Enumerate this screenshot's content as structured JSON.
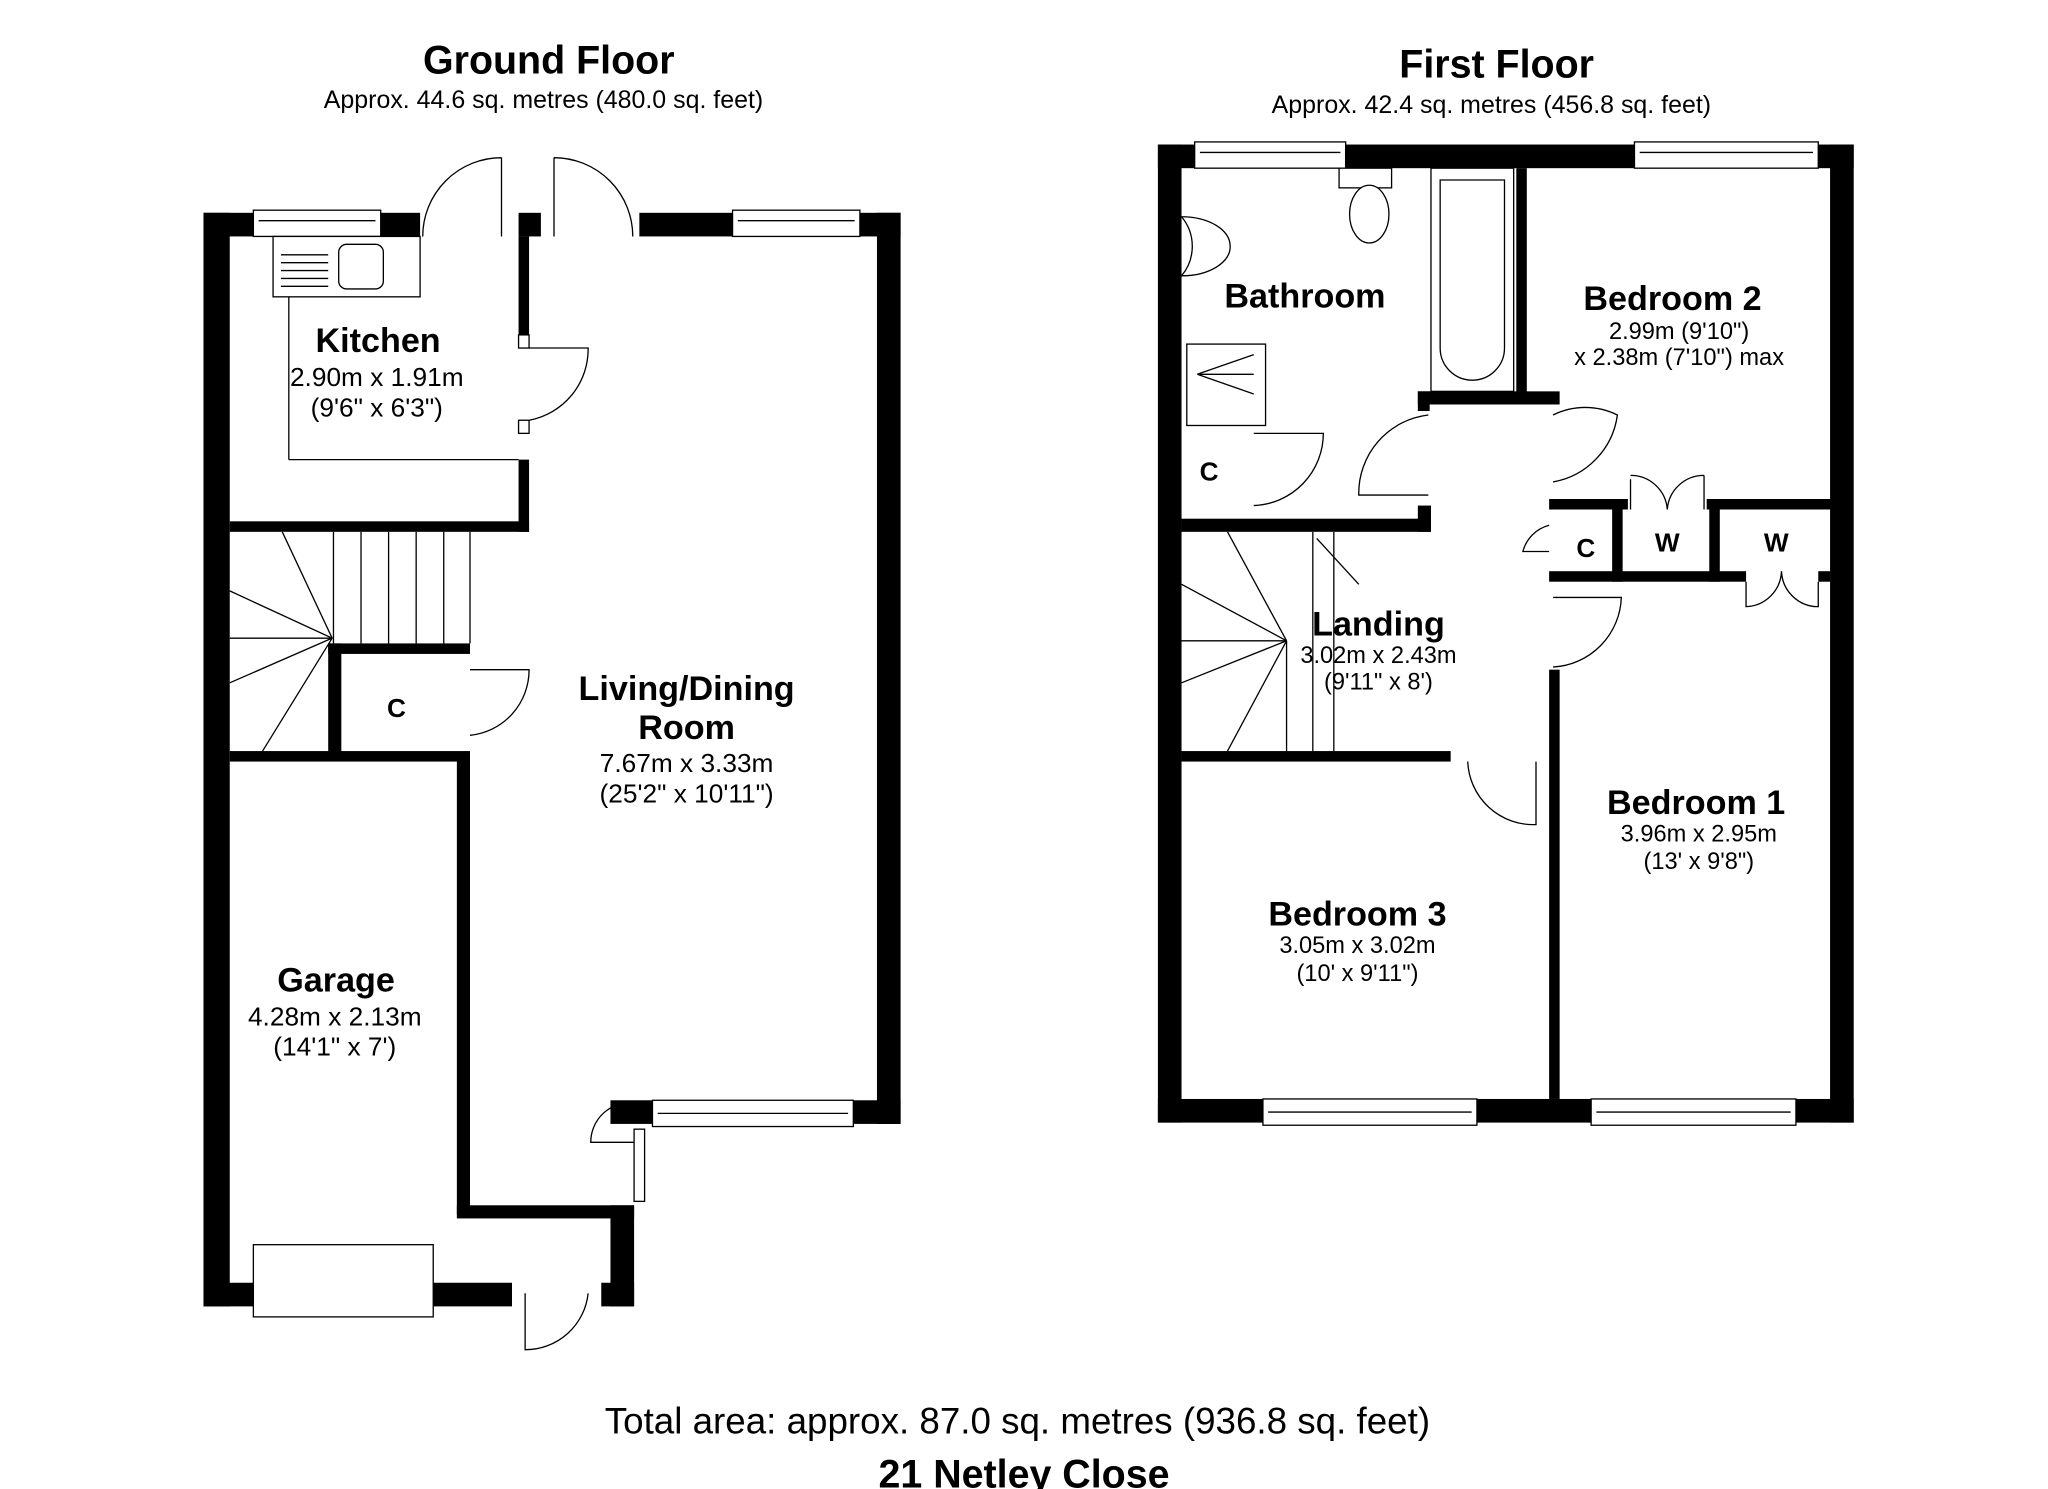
{
  "ground_floor": {
    "title": "Ground Floor",
    "area": "Approx. 44.6 sq. metres (480.0 sq. feet)",
    "rooms": {
      "kitchen": {
        "name": "Kitchen",
        "dim_m": "2.90m x 1.91m",
        "dim_ft": "(9'6\" x 6'3\")"
      },
      "living": {
        "name1": "Living/Dining",
        "name2": "Room",
        "dim_m": "7.67m x 3.33m",
        "dim_ft": "(25'2\" x 10'11\")"
      },
      "garage": {
        "name": "Garage",
        "dim_m": "4.28m x 2.13m",
        "dim_ft": "(14'1\" x 7')"
      },
      "cupboard": {
        "name": "C"
      }
    }
  },
  "first_floor": {
    "title": "First Floor",
    "area": "Approx. 42.4 sq. metres (456.8 sq. feet)",
    "rooms": {
      "bathroom": {
        "name": "Bathroom"
      },
      "bedroom2": {
        "name": "Bedroom 2",
        "dim_m": "2.99m (9'10\")",
        "dim_ft": "x 2.38m (7'10\") max"
      },
      "landing": {
        "name": "Landing",
        "dim_m": "3.02m x 2.43m",
        "dim_ft": "(9'11\" x 8')"
      },
      "bedroom1": {
        "name": "Bedroom 1",
        "dim_m": "3.96m x 2.95m",
        "dim_ft": "(13' x 9'8\")"
      },
      "bedroom3": {
        "name": "Bedroom 3",
        "dim_m": "3.05m x 3.02m",
        "dim_ft": "(10' x 9'11\")"
      },
      "cupboard_bath": {
        "name": "C"
      },
      "cupboard_landing": {
        "name": "C"
      },
      "wardrobe1": {
        "name": "W"
      },
      "wardrobe2": {
        "name": "W"
      }
    }
  },
  "footer": {
    "total_area": "Total area: approx. 87.0 sq. metres (936.8 sq. feet)",
    "address": "21 Netley Close"
  }
}
